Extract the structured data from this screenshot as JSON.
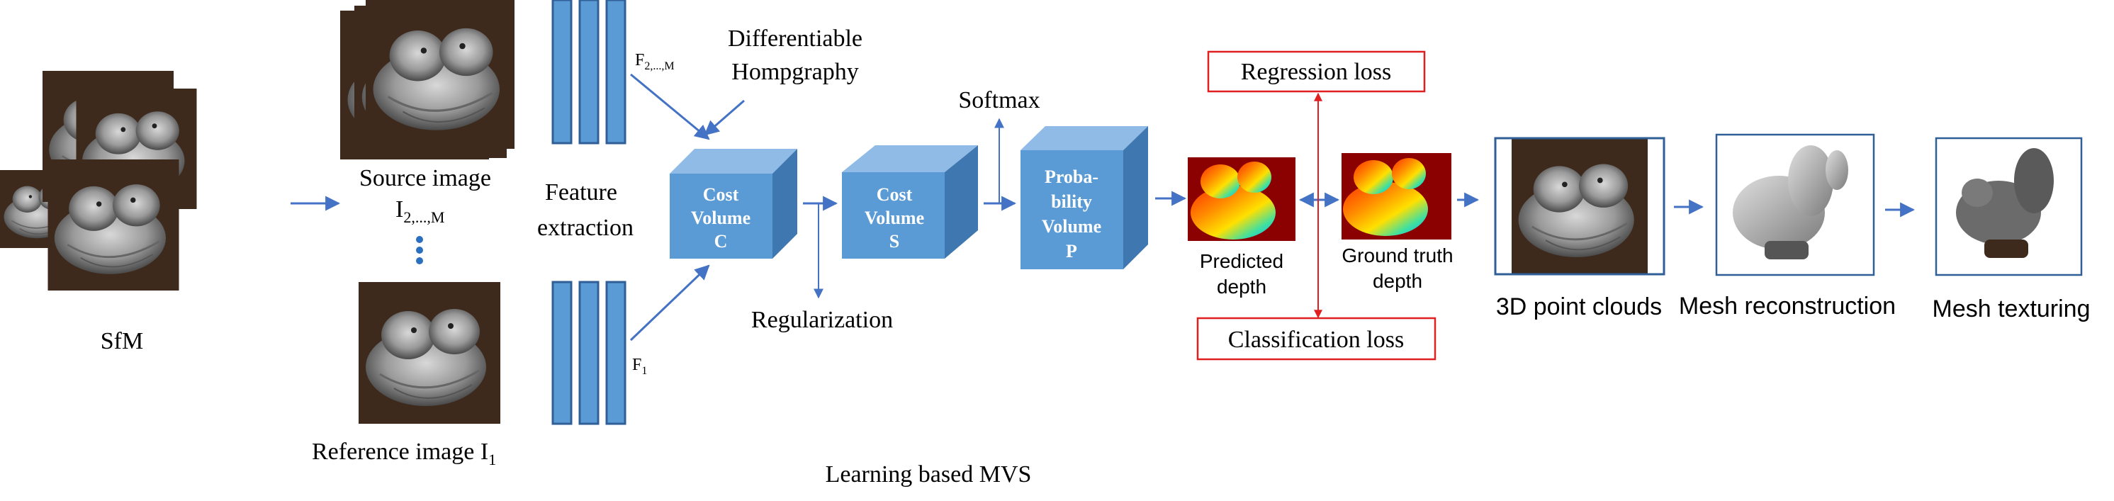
{
  "sfm": {
    "label": "SfM"
  },
  "source_image": {
    "label": "Source image",
    "index_main": "I",
    "index_sub": "2,...,M",
    "ellipsis": "⋮"
  },
  "reference_image": {
    "label_main": "Reference image I",
    "label_sub": "1"
  },
  "feature_extraction": {
    "line1": "Feature",
    "line2": "extraction",
    "f_source_main": "F",
    "f_source_sub": "2,...,M",
    "f_ref_main": "F",
    "f_ref_sub": "1"
  },
  "homography": {
    "line1": "Differentiable",
    "line2": "Hompgraphy"
  },
  "cost_volume_c": {
    "line1": "Cost",
    "line2": "Volume",
    "line3": "C"
  },
  "cost_volume_s": {
    "line1": "Cost",
    "line2": "Volume",
    "line3": "S"
  },
  "prob_volume": {
    "line1": "Proba-",
    "line2": "bility",
    "line3": "Volume",
    "line4": "P"
  },
  "regularization": {
    "label": "Regularization"
  },
  "softmax": {
    "label": "Softmax"
  },
  "regression_loss": {
    "label": "Regression loss"
  },
  "classification_loss": {
    "label": "Classification loss"
  },
  "predicted_depth": {
    "line1": "Predicted",
    "line2": "depth"
  },
  "ground_truth_depth": {
    "line1": "Ground truth",
    "line2": "depth"
  },
  "point_clouds": {
    "label": "3D point clouds"
  },
  "mesh_reconstruction": {
    "label": "Mesh reconstruction"
  },
  "mesh_texturing": {
    "label": "Mesh texturing"
  },
  "caption": {
    "label": "Learning based MVS"
  },
  "colors": {
    "arrow": "#4472c4",
    "cube_front": "#5b9bd5",
    "cube_top": "#8fbbe6",
    "cube_side": "#3f78b0",
    "loss_border": "#e02020",
    "photo_bg": "#3e2a1c",
    "depth_bg": "#8b0000"
  }
}
